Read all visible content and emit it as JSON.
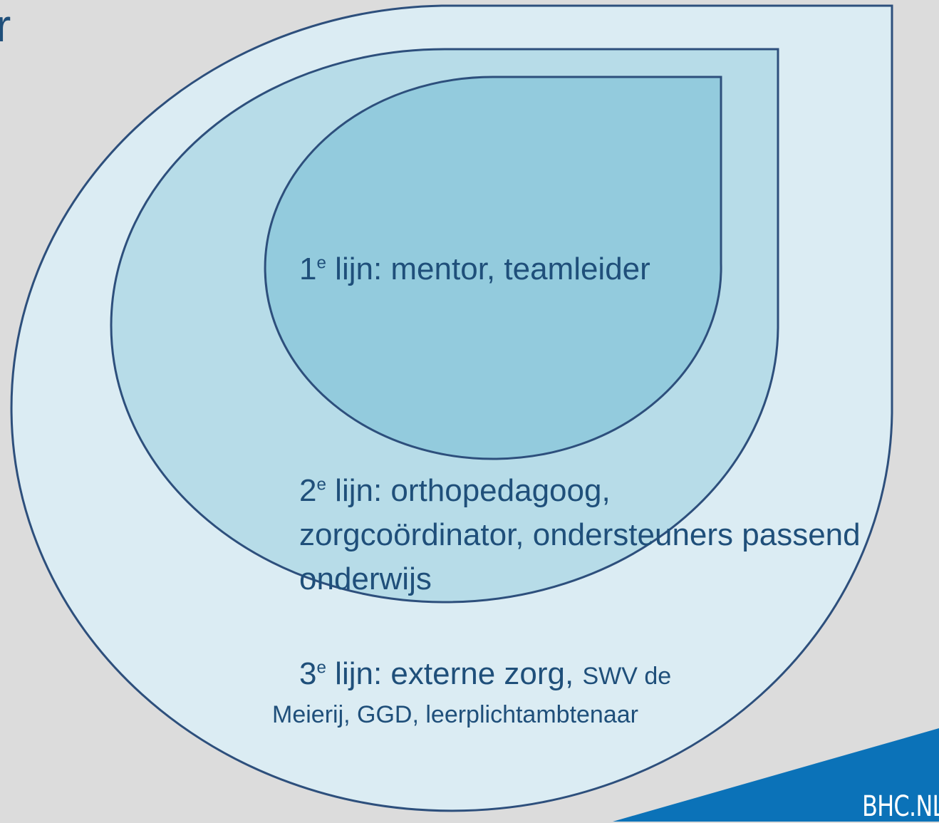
{
  "title_fragment": "r",
  "diagram": {
    "level1": {
      "number": "1",
      "sup": "e",
      "text": " lijn: mentor, teamleider"
    },
    "level2": {
      "number": "2",
      "sup": "e",
      "text_line1": " lijn: orthopedagoog,",
      "text_line2": "zorgcoördinator, ondersteuners passend",
      "text_line3": "onderwijs"
    },
    "level3": {
      "number": "3",
      "sup": "e",
      "text_main": " lijn: externe zorg, ",
      "text_small_1": "SWV de",
      "text_small_2": "Meierij, GGD, leerplichtambtenaar"
    }
  },
  "brand": {
    "label": "BHC.NL"
  },
  "colors": {
    "background": "#dcdcdc",
    "outer_shape": "#dbecf3",
    "middle_shape": "#b7dce8",
    "inner_shape": "#93cbdd",
    "stroke": "#2d4f7c",
    "text": "#1f4f7a",
    "brand_band": "#0b72b8"
  }
}
